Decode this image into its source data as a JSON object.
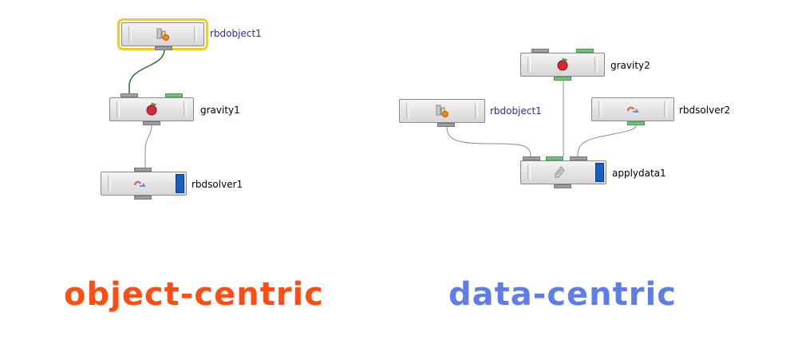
{
  "left_graph": {
    "caption": "object-centric",
    "nodes": {
      "rbdobject": {
        "label": "rbdobject1",
        "icon": "rbd-object-icon"
      },
      "gravity": {
        "label": "gravity1",
        "icon": "gravity-apple-icon"
      },
      "solver": {
        "label": "rbdsolver1",
        "icon": "solver-icon"
      }
    }
  },
  "right_graph": {
    "caption": "data-centric",
    "nodes": {
      "gravity": {
        "label": "gravity2",
        "icon": "gravity-apple-icon"
      },
      "rbdobject": {
        "label": "rbdobject1",
        "icon": "rbd-object-icon"
      },
      "solver": {
        "label": "rbdsolver2",
        "icon": "solver-icon"
      },
      "applydata": {
        "label": "applydata1",
        "icon": "applydata-icon"
      }
    }
  },
  "colors": {
    "object_centric": "#ff4e14",
    "data_centric": "#5f7de6",
    "selected_outline": "#f2cb23",
    "display_flag": "#1a5ec4",
    "wire_selected": "#2e6b2a",
    "wire": "#8c8c8c"
  }
}
